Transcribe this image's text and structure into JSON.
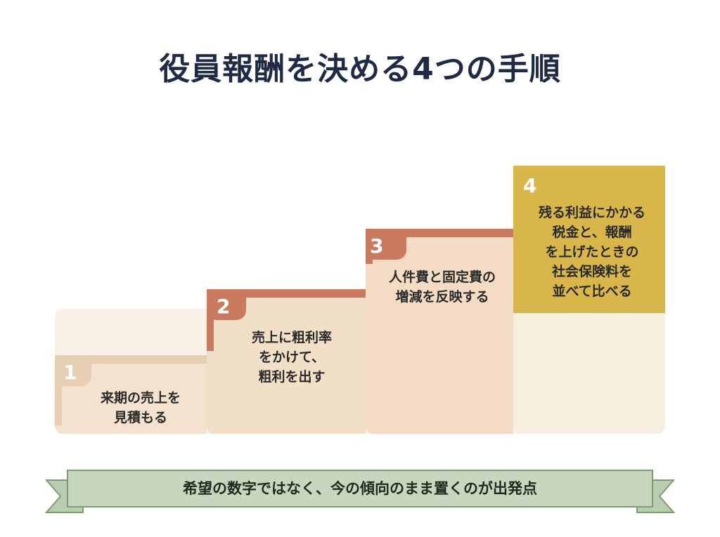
{
  "title": "役員報酬を決める4つの手順",
  "steps": [
    {
      "number": "1",
      "lines": [
        "来期の売上を",
        "見積もる"
      ]
    },
    {
      "number": "2",
      "lines": [
        "売上に粗利率",
        "をかけて、",
        "粗利を出す"
      ]
    },
    {
      "number": "3",
      "lines": [
        "人件費と固定費の",
        "増減を反映する"
      ]
    },
    {
      "number": "4",
      "lines": [
        "残る利益にかかる",
        "税金と、報酬",
        "を上げたときの",
        "社会保険料を",
        "並べて比べる"
      ]
    }
  ],
  "banner": {
    "text": "希望の数字ではなく、今の傾向のまま置くのが出発点"
  },
  "colors": {
    "title": "#1f2a44",
    "step1_header": "#e9d3b8",
    "step2_header": "#c97a5f",
    "step3_header": "#c97a5f",
    "step4_header": "#d9b64a",
    "step_body": "#f6e6d2",
    "banner": "#c7d7bf",
    "banner_border": "#7f9b72"
  }
}
